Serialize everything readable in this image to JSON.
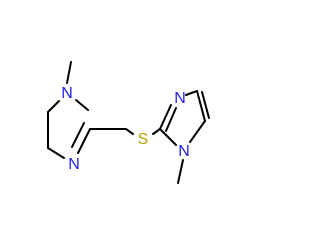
{
  "molecule": {
    "atoms": {
      "n_methyl_left": "N",
      "n_imine_left": "N",
      "sulfur": "S",
      "n_imine_right": "N",
      "n_methyl_right": "N"
    }
  },
  "colors": {
    "bond": "#000000",
    "nitrogen": "#1f1fe0",
    "sulfur": "#b8a000",
    "background": "#ffffff"
  }
}
